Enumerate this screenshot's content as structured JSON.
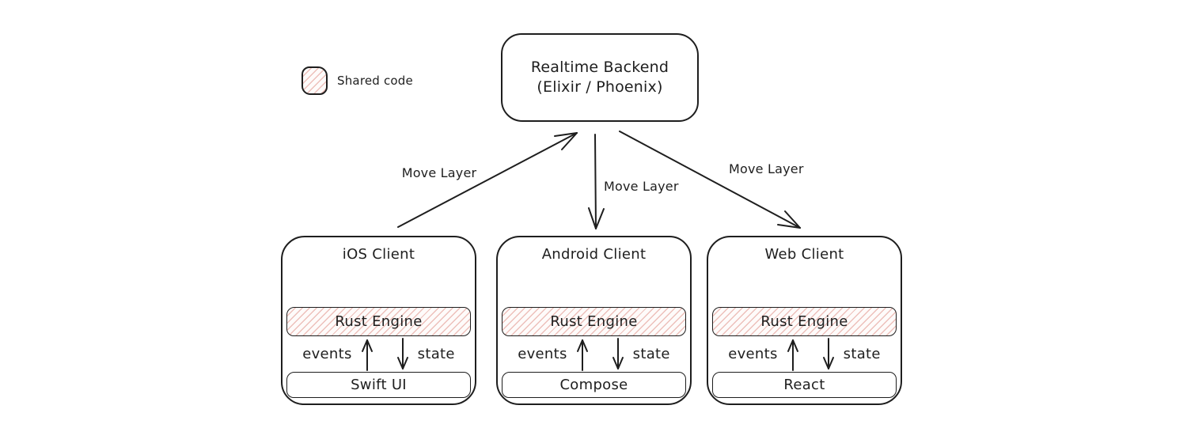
{
  "canvas": {
    "background_color": "#ffffff",
    "stroke_color": "#1e1e1e",
    "shared_code_hatch_color": "#d56e63"
  },
  "legend": {
    "label": "Shared code"
  },
  "backend": {
    "line1": "Realtime Backend",
    "line2": "(Elixir / Phoenix)"
  },
  "edges": [
    {
      "label": "Move Layer",
      "from": "iOS Client",
      "to": "Realtime Backend",
      "arrow_direction": "up-right"
    },
    {
      "label": "Move Layer",
      "from": "Realtime Backend",
      "to": "Android Client",
      "arrow_direction": "down"
    },
    {
      "label": "Move Layer",
      "from": "Realtime Backend",
      "to": "Web Client",
      "arrow_direction": "down-right"
    }
  ],
  "clients": [
    {
      "title": "iOS Client",
      "engine": "Rust Engine",
      "events_label": "events",
      "state_label": "state",
      "ui": "Swift UI"
    },
    {
      "title": "Android Client",
      "engine": "Rust Engine",
      "events_label": "events",
      "state_label": "state",
      "ui": "Compose"
    },
    {
      "title": "Web Client",
      "engine": "Rust Engine",
      "events_label": "events",
      "state_label": "state",
      "ui": "React"
    }
  ]
}
